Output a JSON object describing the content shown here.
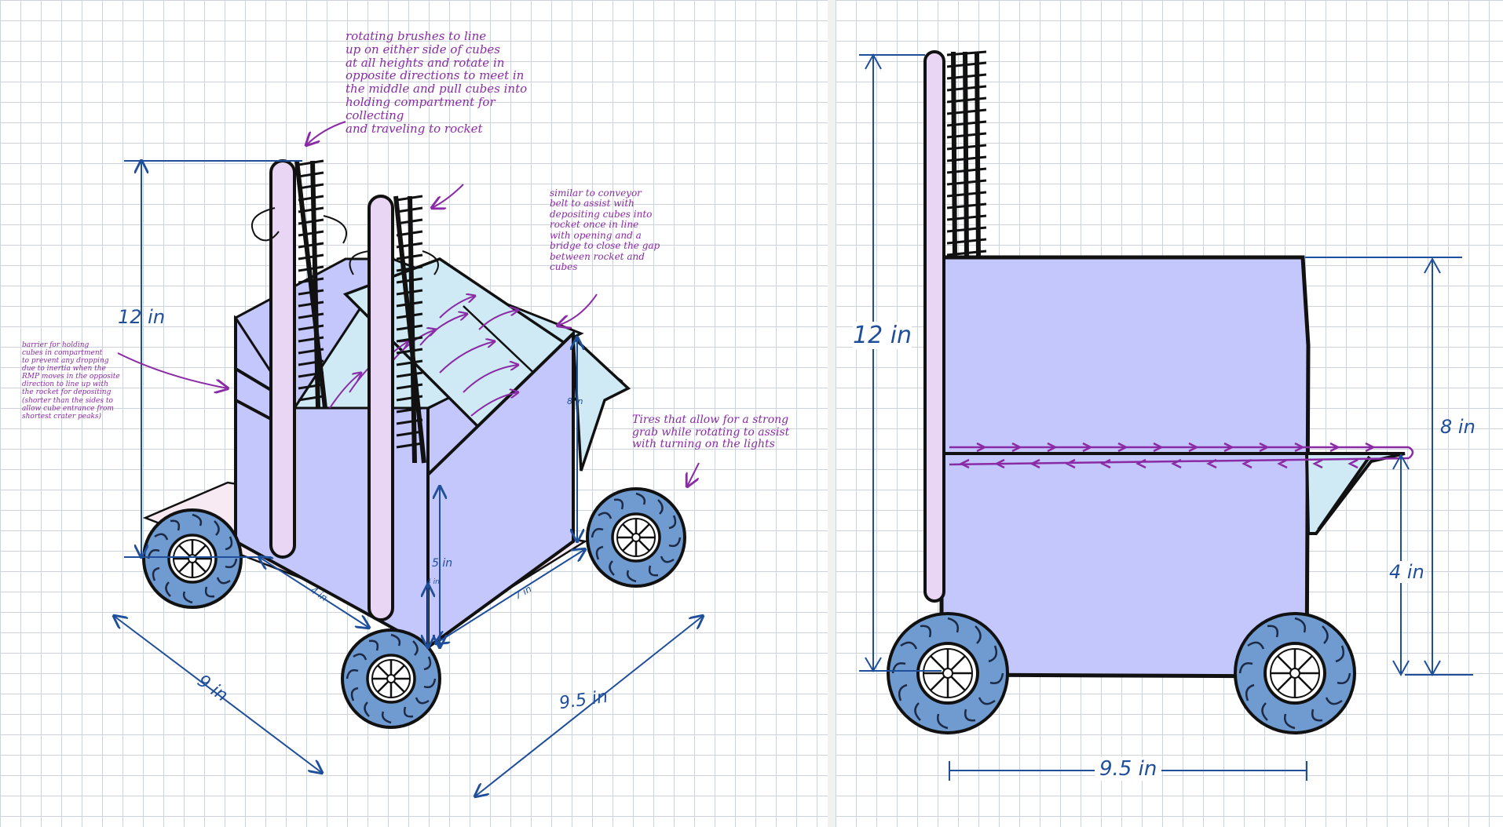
{
  "isometric_view": {
    "annotations": {
      "brushes": "rotating brushes to line\nup on either side of cubes\nat all heights and rotate in\nopposite directions to meet in\nthe middle and pull cubes into\nholding compartment for collecting\nand traveling to rocket",
      "conveyor": "similar to conveyor\nbelt to assist with\ndepositing cubes into\nrocket once in line\nwith opening and a\nbridge to close the gap\nbetween rocket and cubes",
      "barrier": "barrier for holding\ncubes in compartment\nto prevent any dropping\ndue to inertia when the\nRMP moves in the opposite\ndirection to line up with\nthe rocket for depositing\n(shorter than the sides to\nallow cube entrance from\nshortest crater peaks)",
      "tires": "Tires that allow for a strong\ngrab while rotating to assist\nwith turning on the lights"
    },
    "dimensions": {
      "height": "12 in",
      "length": "9 in",
      "width": "9.5 in",
      "side_height": "8 in",
      "box_height": "5 in",
      "base_width": "7 in",
      "compartment": "4 in",
      "barrier_height": "4 in"
    }
  },
  "side_view": {
    "dimensions": {
      "height": "12 in",
      "box_height": "8 in",
      "ground_clearance": "4 in",
      "length": "9.5 in"
    }
  },
  "colors": {
    "body": "#c3c7fb",
    "panel": "#cfeaf5",
    "pole": "#e8d6f4",
    "tire": "#6f9bd1",
    "ink": "#111111",
    "dimension": "#1f4f9a",
    "annotation": "#8a2ba5",
    "grid": "#cdd3d8"
  }
}
